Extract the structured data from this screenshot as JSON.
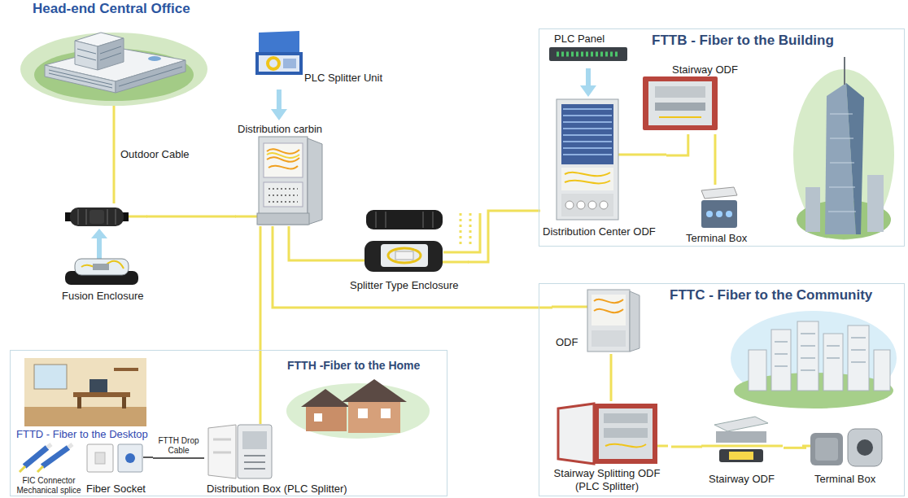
{
  "diagram": {
    "nodes": [
      {
        "text": [
          "Head-end Central Office"
        ]
      },
      {
        "text": [
          "PLC Splitter Unit"
        ]
      },
      {
        "text": [
          "Distribution carbin"
        ]
      },
      {
        "text": [
          "Fusion Enclosure"
        ]
      },
      {
        "text": [
          "Splitter Type Enclosure"
        ]
      },
      {
        "text": [
          "FTTB - Fiber to the Building"
        ]
      },
      {
        "text": [
          "PLC Panel"
        ],
        "in": 5
      },
      {
        "text": [
          "Stairway ODF"
        ],
        "in": 5
      },
      {
        "text": [
          "Distribution Center ODF"
        ],
        "in": 5
      },
      {
        "text": [
          "Terminal Box"
        ],
        "in": 5
      },
      {
        "text": [
          "FTTC - Fiber to the Community"
        ]
      },
      {
        "text": [
          "ODF"
        ],
        "in": 10
      },
      {
        "text": [
          "Stairway Splitting ODF (PLC Splitter)"
        ],
        "in": 10
      },
      {
        "text": [
          "Stairway ODF"
        ],
        "in": 10
      },
      {
        "text": [
          "Terminal Box"
        ],
        "in": 10
      },
      {
        "text": [
          "FTTH -Fiber to the Home"
        ]
      },
      {
        "text": [
          "FTTD - Fiber to the Desktop"
        ],
        "in": 15
      },
      {
        "text": [
          "FIC Connector Mechanical splice"
        ],
        "in": 15
      },
      {
        "text": [
          "Fiber Socket"
        ],
        "in": 15
      },
      {
        "text": [
          "Distribution Box (PLC Splitter)"
        ],
        "in": 15
      }
    ],
    "edges": [
      {
        "from": 0,
        "to": 3,
        "label": "Outdoor Cable",
        "arrow": "none"
      },
      {
        "from": 3,
        "to": 2,
        "arrow": "none"
      },
      {
        "from": 1,
        "to": 2,
        "arrow": "to"
      },
      {
        "from": 2,
        "to": 4,
        "arrow": "none"
      },
      {
        "from": 4,
        "to": 8,
        "arrow": "none"
      },
      {
        "from": 6,
        "to": 8,
        "arrow": "to"
      },
      {
        "from": 8,
        "to": 7,
        "arrow": "none"
      },
      {
        "from": 7,
        "to": 9,
        "arrow": "none"
      },
      {
        "from": 2,
        "to": 11,
        "arrow": "none"
      },
      {
        "from": 11,
        "to": 12,
        "arrow": "none"
      },
      {
        "from": 12,
        "to": 13,
        "arrow": "none"
      },
      {
        "from": 13,
        "to": 14,
        "arrow": "none"
      },
      {
        "from": 2,
        "to": 19,
        "arrow": "none"
      },
      {
        "from": 19,
        "to": 18,
        "label": "FTTH Drop Cable",
        "arrow": "none"
      }
    ]
  }
}
